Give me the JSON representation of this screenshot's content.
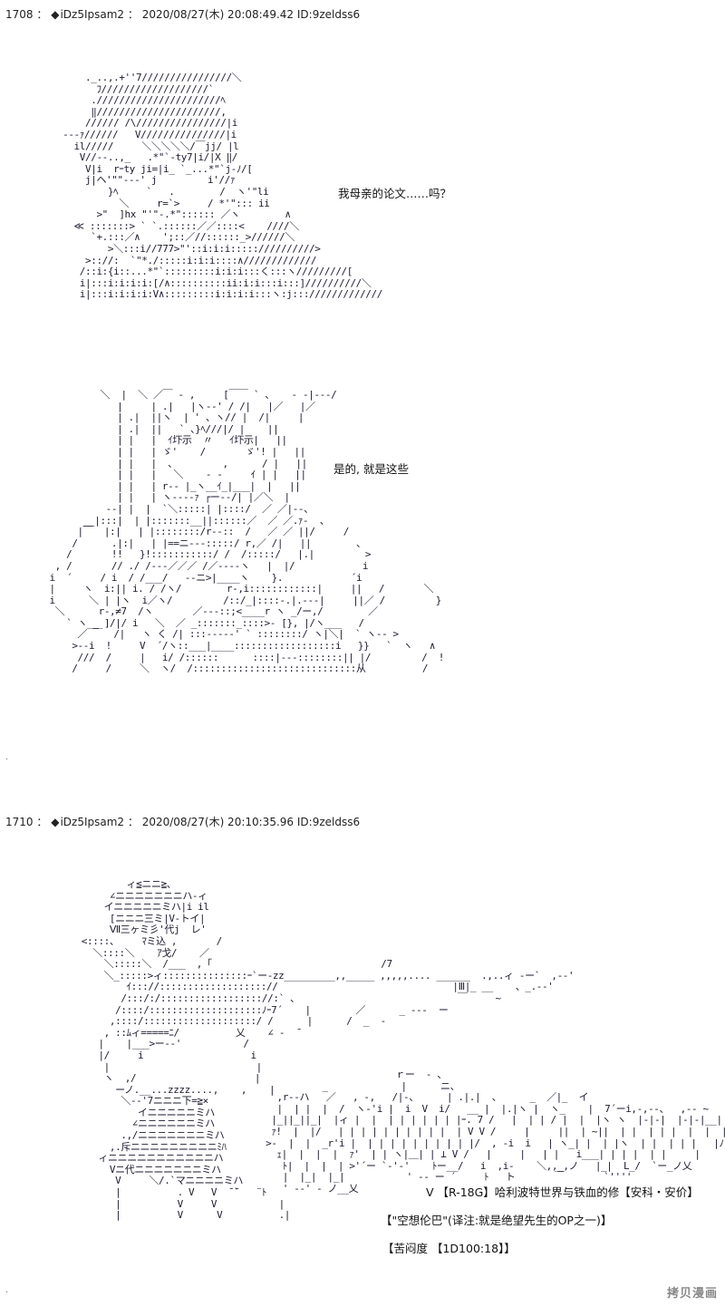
{
  "posts": [
    {
      "number": "1708",
      "separator": "：",
      "diamond": "◆",
      "trip": "iDz5Ipsam2",
      "separator2": "：",
      "datetime": "2020/08/27(木) 20:08:49.42",
      "id": "ID:9zeldss6",
      "dialogue": [
        "我母亲的论文……吗？",
        "是的, 就是这些"
      ]
    },
    {
      "number": "1710",
      "separator": "：",
      "diamond": "◆",
      "trip": "iDz5Ipsam2",
      "separator2": "：",
      "datetime": "2020/08/27(木) 20:10:35.96",
      "id": "ID:9zeldss6",
      "tags": [
        "V  【R-18G】哈利波特世界与铁血的修【安科・安价】",
        "【\"空想伦巴\"(译注:就是绝望先生的OP之一)】",
        "【苦闷度  【1D100:18】】"
      ]
    }
  ],
  "watermark": "拷贝漫画"
}
